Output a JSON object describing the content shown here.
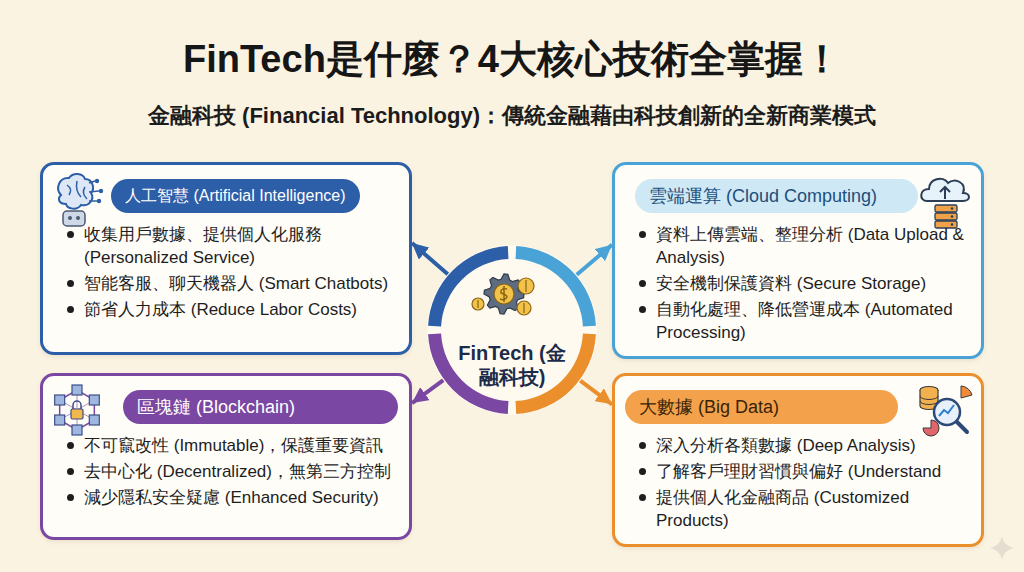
{
  "diagram": {
    "title": "FinTech是什麼？4大核心技術全掌握！",
    "nodes": [
      {
        "text": [
          "人工智慧 (Artificial Intelligence)",
          "收集用戶數據、提供個人化服務 (Personalized Service)",
          "智能客服、聊天機器人 (Smart Chatbots)",
          "節省人力成本 (Reduce Labor Costs)"
        ]
      },
      {
        "text": [
          "雲端運算 (Cloud Computing)",
          "資料上傳雲端、整理分析 (Data Upload & Analysis)",
          "安全機制保護資料 (Secure Storage)",
          "自動化處理、降低營運成本 (Automated Processing)"
        ]
      },
      {
        "text": [
          "FinTech (金融科技)"
        ]
      },
      {
        "text": [
          "區塊鏈 (Blockchain)",
          "不可竄改性 (Immutable)，保護重要資訊",
          "去中心化 (Decentralized)，無第三方控制",
          "減少隱私安全疑慮 (Enhanced Security)"
        ]
      },
      {
        "text": [
          "大數據 (Big Data)",
          "深入分析各類數據 (Deep Analysis)",
          "了解客戶理財習慣與偏好 (Understand",
          "提供個人化金融商品 (Customized Products)"
        ]
      }
    ],
    "edges": [
      {
        "from": 2,
        "to": 0,
        "arrow": "to"
      },
      {
        "from": 2,
        "to": 1,
        "arrow": "to"
      },
      {
        "from": 2,
        "to": 3,
        "arrow": "to"
      },
      {
        "from": 2,
        "to": 4,
        "arrow": "to"
      }
    ],
    "labels": [
      "金融科技 (Financial Technology)：傳統金融藉由科技創新的全新商業模式"
    ]
  }
}
